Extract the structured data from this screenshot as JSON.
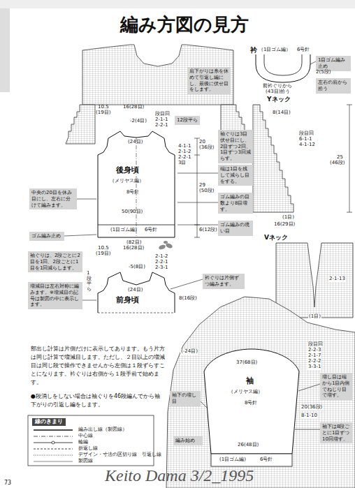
{
  "diagram": {
    "title": "編み方図の見方",
    "nodes": [
      {
        "text": [
          "中央の20目を休み目にし、左右に分けて編みます。"
        ]
      },
      {
        "text": [
          "ゴム編み止め"
        ]
      },
      {
        "text": [
          "袖ぐりは、2段ごとに2目を1回、2段ごとに1目を1回減らします。"
        ]
      },
      {
        "text": [
          "増減目は左右対称に編みます。※増減目の記号は製図の中に表示します。"
        ]
      },
      {
        "text": [
          "肩下がりは糸を休めて引返し編にし、最後に伏せ目をします。"
        ]
      },
      {
        "text": [
          "12段平ら"
        ]
      },
      {
        "text": [
          "袖ぐりは3目伏せ目にし、2目ずつ2回、1目ずつ3回減らす。"
        ]
      },
      {
        "text": [
          "端は1目を残して減らし目をする。"
        ]
      },
      {
        "text": [
          "ゴム編みの目数より8目増す。"
        ]
      },
      {
        "text": [
          "ゴム編みの境い目"
        ]
      },
      {
        "text": [
          "1目ゴム編み止め"
        ]
      },
      {
        "text": [
          "左右の肩から拾う"
        ]
      },
      {
        "text": [
          "衿ぐりは片側ずつ編みます。"
        ]
      },
      {
        "text": [
          "袖下の増し目"
        ]
      },
      {
        "text": [
          "増し目は端から1目内側でねじり目で増す。"
        ]
      },
      {
        "text": [
          "袖下は8段ごとに1目ずつ10回増す。"
        ]
      },
      {
        "text": [
          "編み始め"
        ]
      }
    ],
    "labels": [
      "10.5",
      "(19目)",
      "16(28目)",
      "-2(4目)",
      "段目回",
      "2-1-1",
      "2-2-1",
      "(24目)",
      "4-1-1",
      "2-1-2",
      "2-2-1",
      "3目",
      "後身頃",
      "（メリヤス編）",
      "8号針",
      "50(90目)",
      "(1目ゴム編)",
      "6号針",
      "(82目)",
      "20",
      "(36段)",
      "29",
      "(50段)",
      "6(12段)",
      "10.5",
      "(19目)",
      "16(28目)",
      "-5(8目)",
      "2-1-2",
      "2-2-1",
      "2-3-1",
      "(24目)",
      "前身頃",
      "1段平ら",
      "8(16段)",
      "衿",
      "（1目ゴム編）",
      "6号針",
      "前衿ぐりから",
      "(43目)拾う",
      "2(5段)",
      "Yネック",
      "8(14目)",
      "段目回",
      "6-1-1",
      "4-1-12",
      "25",
      "(46段)",
      "(1目)",
      "16(29目)",
      "Vネック",
      "2-1-13",
      "(1目)",
      "(-24目)",
      "37(68目)",
      "袖",
      "（メリヤス編）",
      "8号針",
      "段目回",
      "2-2-3",
      "2-1-7",
      "2-2-2",
      "3-3-1",
      "20(36段)",
      "8-1-10",
      "26(48目)",
      "(1目ゴム編)",
      "6号針",
      "部出し計算は片側だけに表示してあります。もう片方は同じ計算で増減目します。ただし、２目以上の増減目は同じ段で操作できませんから左側は１段ずらすことになります。衿ぐりは右側から１段手前で始めます。",
      "●段消しをしない場合は袖ぐりを46段編んでから袖下がりの引返し編をします。",
      "線のきまり",
      "73",
      "Keito Dama 3/2_1995"
    ],
    "legend": [
      {
        "text": "編み出し線（製図線）"
      },
      {
        "text": "中心線"
      },
      {
        "text": "輪編"
      },
      {
        "text": "折返し線"
      },
      {
        "text": "デザイン・寸法の区切り線　引返し線"
      },
      {
        "text": "製図線"
      }
    ]
  }
}
